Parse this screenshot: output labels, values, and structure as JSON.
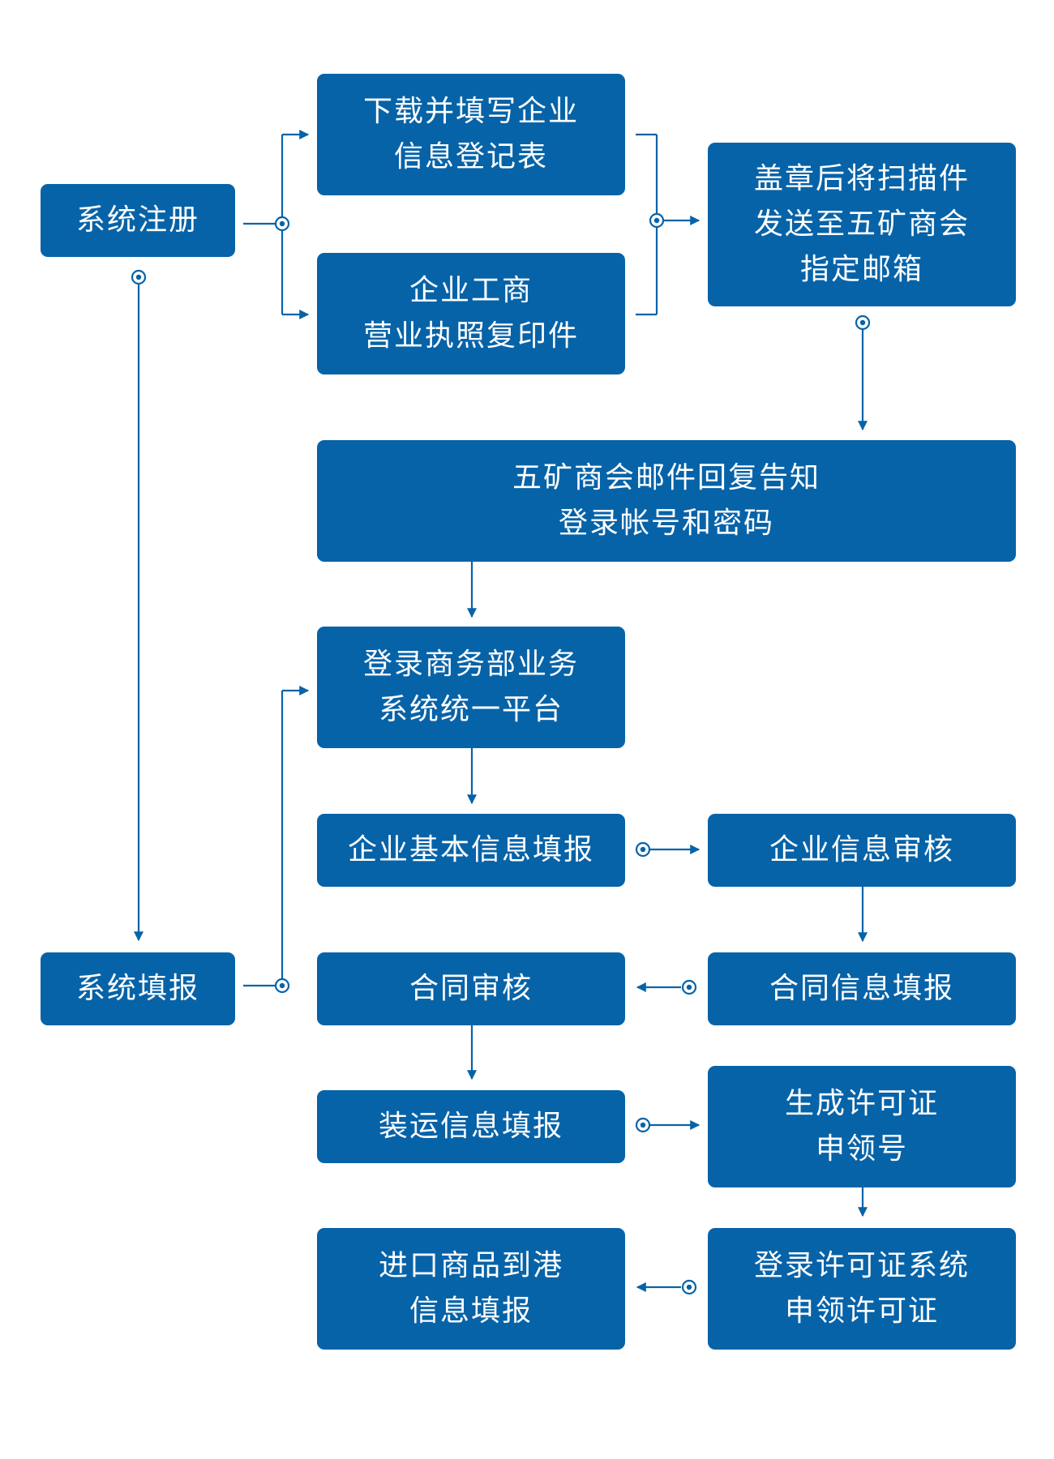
{
  "colors": {
    "box": "#0763a8",
    "line": "#0763a8",
    "text": "#ffffff",
    "background": "#ffffff"
  },
  "nodes": {
    "register": {
      "lines": [
        "系统注册"
      ]
    },
    "download_form": {
      "lines": [
        "下载并填写企业",
        "信息登记表"
      ]
    },
    "business_license": {
      "lines": [
        "企业工商",
        "营业执照复印件"
      ]
    },
    "stamp_send": {
      "lines": [
        "盖章后将扫描件",
        "发送至五矿商会",
        "指定邮箱"
      ]
    },
    "email_reply": {
      "lines": [
        "五矿商会邮件回复告知",
        "登录帐号和密码"
      ]
    },
    "login_platform": {
      "lines": [
        "登录商务部业务",
        "系统统一平台"
      ]
    },
    "basic_info": {
      "lines": [
        "企业基本信息填报"
      ]
    },
    "info_review": {
      "lines": [
        "企业信息审核"
      ]
    },
    "fill_report": {
      "lines": [
        "系统填报"
      ]
    },
    "contract_review": {
      "lines": [
        "合同审核"
      ]
    },
    "contract_info": {
      "lines": [
        "合同信息填报"
      ]
    },
    "shipping_info": {
      "lines": [
        "装运信息填报"
      ]
    },
    "license_number": {
      "lines": [
        "生成许可证",
        "申领号"
      ]
    },
    "arrival_info": {
      "lines": [
        "进口商品到港",
        "信息填报"
      ]
    },
    "license_apply": {
      "lines": [
        "登录许可证系统",
        "申领许可证"
      ]
    }
  }
}
